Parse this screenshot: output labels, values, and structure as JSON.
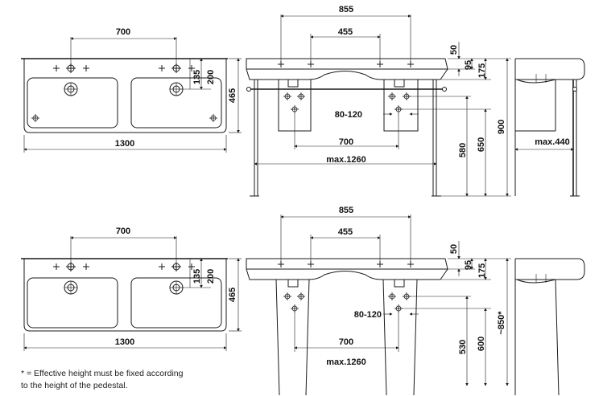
{
  "top_drawing": {
    "plan": {
      "hole_spacing": "700",
      "width": "1300",
      "d135": "135",
      "d200": "200",
      "depth": "465"
    },
    "front": {
      "outer_spacing": "855",
      "inner_spacing": "455",
      "pedestal_spacing": "700",
      "d80_120": "80-120",
      "max_width": "max.1260",
      "h580": "580",
      "h650": "650",
      "h900": "900",
      "d50": "50",
      "d95": "95",
      "d175": "175"
    },
    "side": {
      "max_depth": "max.440"
    }
  },
  "bottom_drawing": {
    "plan": {
      "hole_spacing": "700",
      "width": "1300",
      "d135": "135",
      "d200": "200",
      "depth": "465"
    },
    "front": {
      "outer_spacing": "855",
      "inner_spacing": "455",
      "pedestal_spacing": "700",
      "d80_120": "80-120",
      "max_width": "max.1260",
      "h530": "530",
      "h600": "600",
      "h850": "~850*",
      "d50": "50",
      "d95": "95",
      "d175": "175"
    }
  },
  "footnote": {
    "line1": "* = Effective height must be fixed according",
    "line2": "to the height of the pedestal."
  }
}
